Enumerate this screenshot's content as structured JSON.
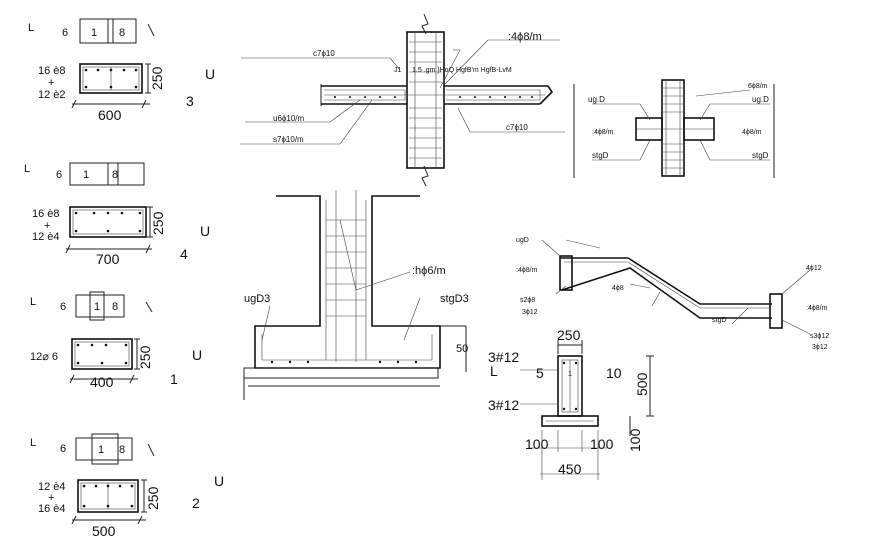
{
  "beams": [
    {
      "id": "beam-3",
      "letter_L": "L",
      "elev_left": "6",
      "elev_mid": "1",
      "elev_right": "8",
      "rebar_top": "16 è8",
      "plus": "+",
      "rebar_bot": "12 è2",
      "depth": "250",
      "width": "600",
      "letter_U": "U",
      "number": "3"
    },
    {
      "id": "beam-4",
      "letter_L": "L",
      "elev_left": "6",
      "elev_mid": "1",
      "elev_right": "8",
      "rebar_top": "16 è8",
      "plus": "+",
      "rebar_bot": "12 è4",
      "depth": "250",
      "width": "700",
      "letter_U": "U",
      "number": "4"
    },
    {
      "id": "beam-1",
      "letter_L": "L",
      "elev_left": "6",
      "elev_mid": "1",
      "elev_right": "8",
      "rebar_top": "12⌀ 6",
      "plus": "",
      "rebar_bot": "",
      "depth": "250",
      "width": "400",
      "letter_U": "U",
      "number": "1"
    },
    {
      "id": "beam-2",
      "letter_L": "L",
      "elev_left": "6",
      "elev_mid": "1",
      "elev_right": "8",
      "rebar_top": "12 è4",
      "plus": "+",
      "rebar_bot": "16 è4",
      "depth": "250",
      "width": "500",
      "letter_U": "U",
      "number": "2"
    }
  ],
  "slab_joint": {
    "top_right": ":4ϕ8/m",
    "left_top": "c7ϕ10",
    "mid_notes": "1.5   .gm }HoQ  HgfB'm  HgfB-LvM",
    "code_left": "J1",
    "bottom_left_1": "u6ϕ10/m",
    "bottom_left_2": "s7ϕ10/m",
    "bottom_right": "c7ϕ10"
  },
  "column_joint": {
    "top_right": "6ϕ8/m",
    "left_top": "ug.D",
    "right_top": "ug.D",
    "left_mid": ":4ϕ8/m",
    "right_mid": "4ϕ8/m",
    "left_bot": "stgD",
    "right_bot": "stgD"
  },
  "footing": {
    "stirrup": ":hϕ6/m",
    "left": "ugD3",
    "right": "stgD3",
    "height": "50"
  },
  "stair": {
    "a": "ugD",
    "b": ":4ϕ8/m",
    "c": "s2ϕ8",
    "d": "3ϕ12",
    "e": "4ϕ8",
    "f": "stgD",
    "g": "4ϕ12",
    "h": ":4ϕ8/m",
    "i": "s3ϕ12",
    "j": "3ϕ12"
  },
  "tbeam": {
    "top_width": "250",
    "top_bars": "3#12",
    "bot_bars": "3#12",
    "letter_L": "L",
    "elev_left": "5",
    "elev_mid": "1",
    "elev_right": "10",
    "depth": "500",
    "base_height": "100",
    "offset_left": "100",
    "offset_right": "100",
    "base_width": "450"
  }
}
